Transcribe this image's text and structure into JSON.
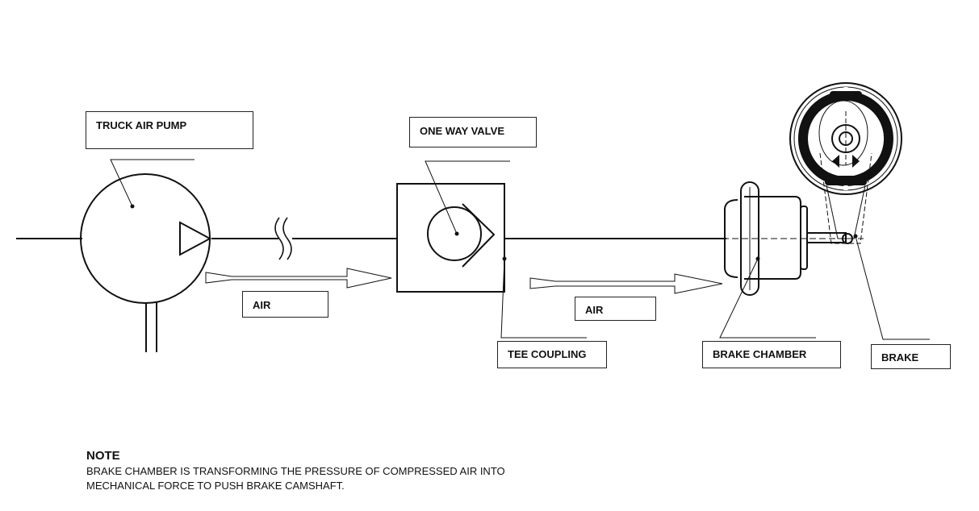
{
  "labels": {
    "pump": "TRUCK AIR PUMP",
    "valve": "ONE WAY VALVE",
    "air1": "AIR",
    "air2": "AIR",
    "tee": "TEE COUPLING",
    "chamber": "BRAKE CHAMBER",
    "brake": "BRAKE"
  },
  "note": {
    "title": "NOTE",
    "body": "BRAKE CHAMBER IS TRANSFORMING THE PRESSURE OF COMPRESSED AIR INTO MECHANICAL FORCE TO PUSH BRAKE CAMSHAFT."
  }
}
